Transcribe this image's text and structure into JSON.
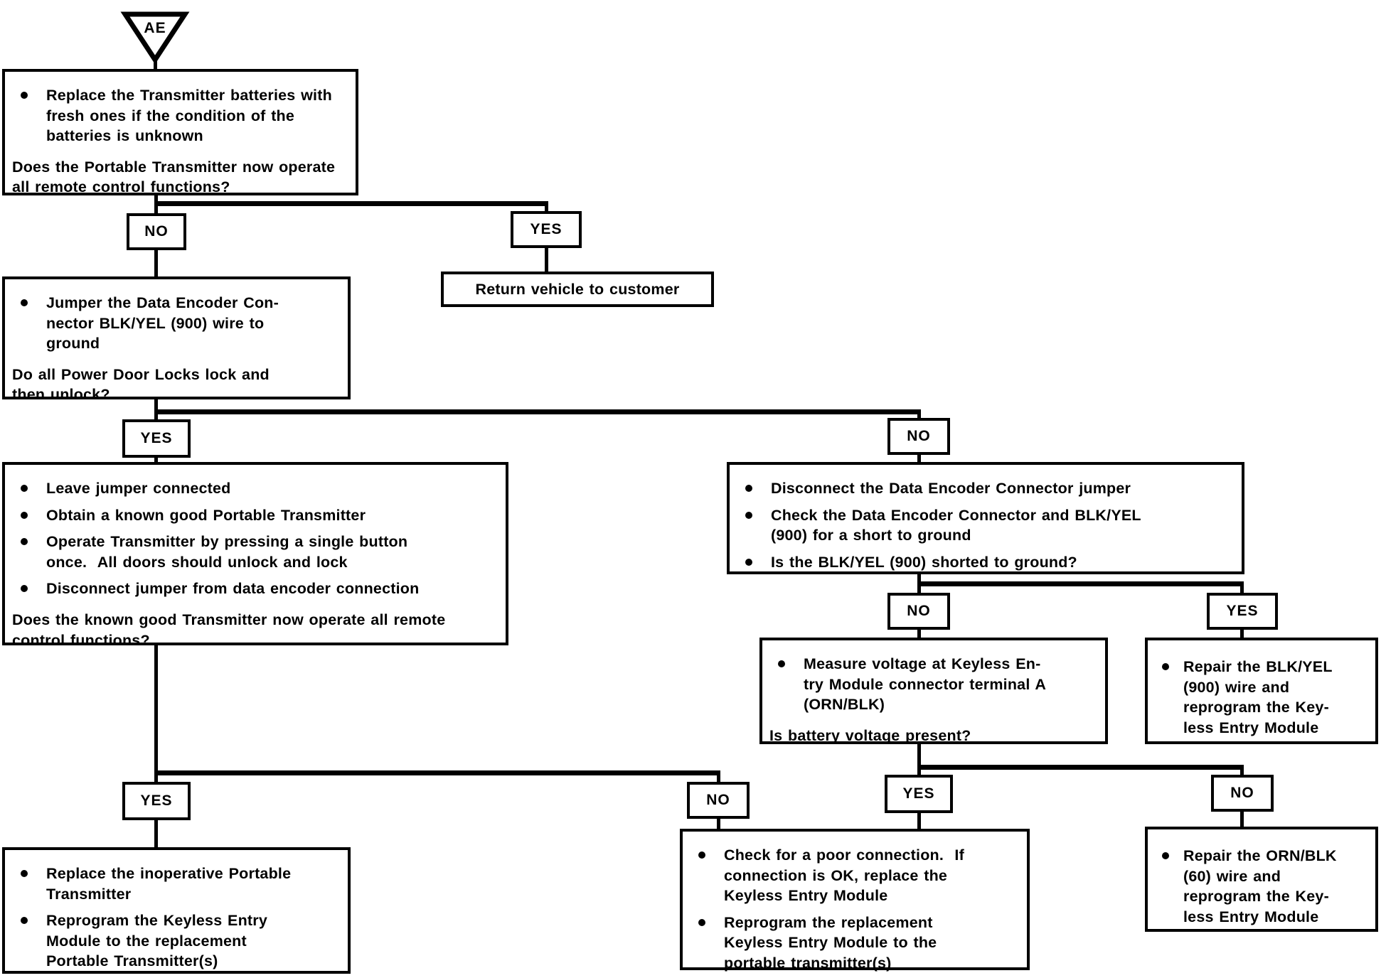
{
  "diagram": {
    "entry_connector": {
      "label": "AE"
    },
    "decision_labels": {
      "yes": "YES",
      "no": "NO"
    },
    "colors": {
      "foreground": "#000000",
      "background": "#ffffff"
    },
    "nodes": {
      "replace_batteries": {
        "bullets": [
          "Replace the Transmitter batteries with fresh ones if the condition of the batteries is unknown"
        ],
        "question": "Does the Portable Transmitter now operate all remote control functions?"
      },
      "return_vehicle": {
        "text": "Return vehicle to customer"
      },
      "jumper_data_encoder": {
        "bullets": [
          "Jumper the Data Encoder Con­nector BLK/YEL (900) wire to ground"
        ],
        "question": "Do all Power Door Locks lock and then unlock?"
      },
      "test_known_good_transmitter": {
        "bullets": [
          "Leave jumper connected",
          "Obtain a known good Portable Transmitter",
          "Operate Transmitter by pressing a single button once.  All doors should unlock and lock",
          "Disconnect jumper from data encoder connection"
        ],
        "question": "Does the known good Transmitter now operate all remote control functions?"
      },
      "check_short_to_ground": {
        "bullets": [
          "Disconnect the Data Encoder Connector jumper",
          "Check the Data Encoder Connector and BLK/YEL (900) for a short to ground",
          "Is the BLK/YEL (900) shorted to ground?"
        ]
      },
      "measure_voltage": {
        "bullets": [
          "Measure voltage at Keyless En­try Module connector terminal A (ORN/BLK)"
        ],
        "question": "Is battery voltage present?"
      },
      "repair_blk_yel": {
        "bullets": [
          "Repair the BLK/YEL (900) wire and reprogram the Key­less Entry Module"
        ]
      },
      "replace_transmitter": {
        "bullets": [
          "Replace the inoperative Portable Transmitter",
          "Reprogram the Keyless Entry Module to the replacement Portable Transmitter(s)"
        ]
      },
      "replace_keyless_module": {
        "bullets": [
          "Check for a poor connection.  If connection is OK, replace the Keyless Entry Module",
          "Reprogram the replacement Keyless Entry Module to the portable transmitter(s)"
        ]
      },
      "repair_orn_blk": {
        "bullets": [
          "Repair the ORN/​BLK (60) wire and reprogram the Key­less Entry Module"
        ]
      }
    }
  }
}
